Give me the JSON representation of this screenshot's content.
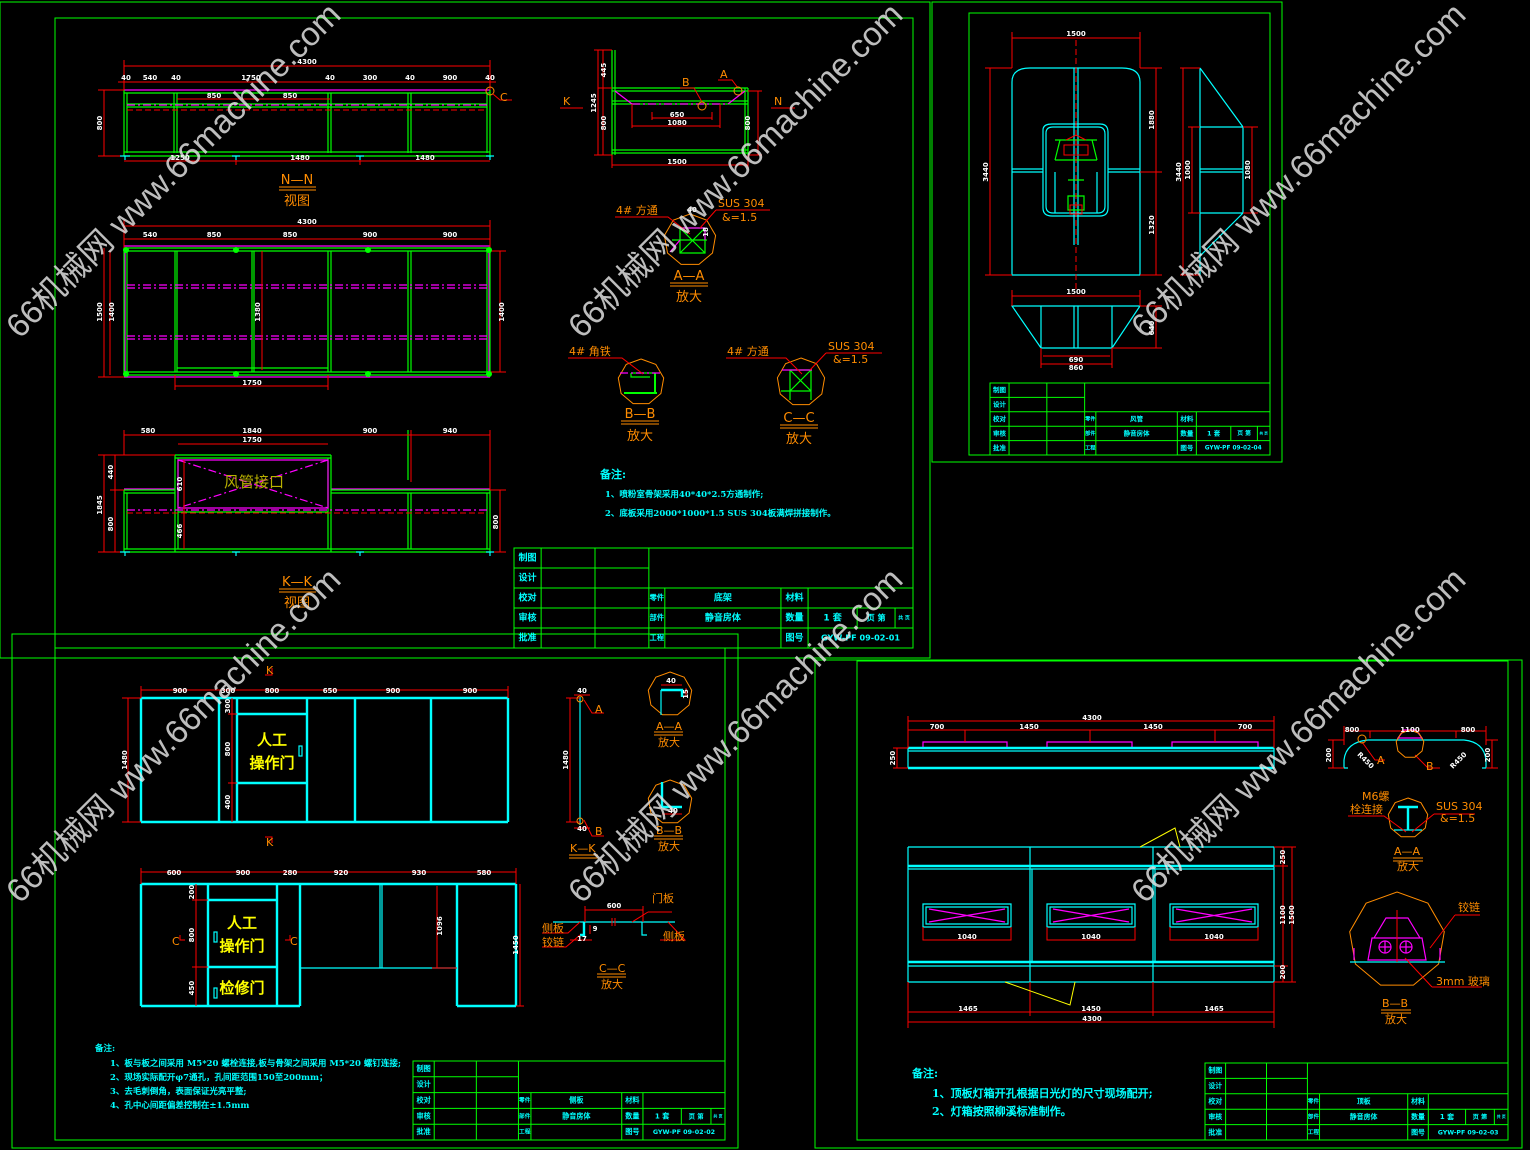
{
  "watermark": "66机械网 www.66machine.com",
  "sheet1": {
    "nn_view": {
      "dims": [
        "4300",
        "40",
        "540",
        "40",
        "1750",
        "40",
        "300",
        "40",
        "900",
        "40",
        "850",
        "850",
        "800",
        "1250",
        "1480",
        "1480"
      ],
      "marker": "C",
      "label_top": "N—N",
      "label_bottom": "视图"
    },
    "plan_view": {
      "dims": [
        "4300",
        "540",
        "850",
        "850",
        "900",
        "900",
        "1500",
        "1400",
        "1380",
        "1400",
        "1750"
      ]
    },
    "kk_view": {
      "dims": [
        "580",
        "1840",
        "900",
        "940",
        "1750",
        "1845",
        "440",
        "800",
        "610",
        "466",
        "800"
      ],
      "duct_label": "风管接口",
      "label_top": "K—K",
      "label_bottom": "视图"
    },
    "side_view": {
      "dims": [
        "445",
        "1245",
        "800",
        "650",
        "1080",
        "1500",
        "800"
      ],
      "markers": {
        "k": "K",
        "n": "N",
        "a": "A",
        "b": "B"
      }
    },
    "detail_aa": {
      "leader": "4# 方通",
      "material": "SUS 304",
      "thickness": "&=1.5",
      "dims": [
        "40",
        "18"
      ],
      "label_top": "A—A",
      "label_bottom": "放大"
    },
    "detail_bb": {
      "leader": "4# 角铁",
      "label_top": "B—B",
      "label_bottom": "放大"
    },
    "detail_cc": {
      "leader": "4# 方通",
      "material": "SUS 304",
      "thickness": "&=1.5",
      "label_top": "C—C",
      "label_bottom": "放大"
    },
    "notes": {
      "title": "备注:",
      "items": [
        "1、喷粉室骨架采用40*40*2.5方通制作;",
        "2、底板采用2000*1000*1.5 SUS 304板满焊拼接制作。"
      ]
    },
    "title_block": {
      "roles": [
        "制图",
        "设计",
        "校对",
        "审核",
        "批准"
      ],
      "vlabels": [
        "零件",
        "部件",
        "工程"
      ],
      "part": "底架",
      "assembly": "静音房体",
      "material_label": "材料",
      "qty_label": "数量",
      "drawing_no_label": "图号",
      "qty": "1 套",
      "page": "页 第",
      "total": "共 页",
      "drawing_no": "GYW-PF 09-02-01"
    }
  },
  "sheet2": {
    "front_view": {
      "dims": [
        "1500",
        "3440",
        "1880",
        "1320"
      ]
    },
    "bottom_view": {
      "dims": [
        "1500",
        "690",
        "860",
        "640"
      ]
    },
    "side_view": {
      "dims": [
        "3440",
        "1000",
        "1080"
      ]
    },
    "title_block": {
      "roles": [
        "制图",
        "设计",
        "校对",
        "审核",
        "批准"
      ],
      "vlabels": [
        "零件",
        "部件",
        "工程"
      ],
      "part": "风管",
      "assembly": "静音房体",
      "material_label": "材料",
      "qty_label": "数量",
      "drawing_no_label": "图号",
      "qty": "1 套",
      "page": "页 第",
      "total": "共 页",
      "drawing_no": "GYW-PF 09-02-04"
    }
  },
  "sheet3": {
    "top_view": {
      "dims": [
        "900",
        "300",
        "800",
        "650",
        "900",
        "900",
        "1480",
        "300",
        "800",
        "400"
      ],
      "door_line1": "人工",
      "door_line2": "操作门",
      "section_mark": "K"
    },
    "bottom_view": {
      "dims": [
        "600",
        "900",
        "280",
        "920",
        "930",
        "580",
        "1096",
        "1450",
        "200",
        "800",
        "450"
      ],
      "door_line1": "人工",
      "door_line2": "操作门",
      "service_door": "检修门",
      "section_mark": "C"
    },
    "kk_section": {
      "dims": [
        "40",
        "1480",
        "40"
      ],
      "a": "A",
      "b": "B",
      "label": "K—K"
    },
    "detail_aa": {
      "dims": [
        "40",
        "15"
      ],
      "label_top": "A—A",
      "label_bottom": "放大"
    },
    "detail_bb": {
      "dims": [
        "40"
      ],
      "label_top": "B—B",
      "label_bottom": "放大"
    },
    "detail_cc": {
      "dims": [
        "600",
        "9",
        "17"
      ],
      "door_panel": "门板",
      "side_panel_left": "侧板",
      "hinge": "铰链",
      "side_panel_right": "侧板",
      "label_top": "C—C",
      "label_bottom": "放大"
    },
    "notes": {
      "title": "备注:",
      "items": [
        "1、板与板之间采用 M5*20 螺栓连接,板与骨架之间采用 M5*20 螺钉连接;",
        "2、现场实际配开φ7通孔，孔间距范围150至200mm；",
        "3、去毛刺倒角，表面保证光亮平整;",
        "4、孔中心间距偏差控制在±1.5mm"
      ]
    },
    "title_block": {
      "roles": [
        "制图",
        "设计",
        "校对",
        "审核",
        "批准"
      ],
      "vlabels": [
        "零件",
        "部件",
        "工程"
      ],
      "part": "侧板",
      "assembly": "静音房体",
      "material_label": "材料",
      "qty_label": "数量",
      "drawing_no_label": "图号",
      "qty": "1 套",
      "page": "页 第",
      "total": "共 页",
      "drawing_no": "GYW-PF 09-02-02"
    }
  },
  "sheet4": {
    "top_view": {
      "dims": [
        "4300",
        "700",
        "1450",
        "1450",
        "700",
        "250"
      ]
    },
    "profile": {
      "dims": [
        "800",
        "1100",
        "800",
        "200",
        "200",
        "R450",
        "R450"
      ],
      "a": "A",
      "b": "B"
    },
    "detail_aa": {
      "leader1": "M6螺",
      "leader2": "栓连接",
      "material": "SUS 304",
      "thickness": "&=1.5",
      "label_top": "A—A",
      "label_bottom": "放大"
    },
    "detail_bb": {
      "hinge": "铰链",
      "glass": "3mm 玻璃",
      "label_top": "B—B",
      "label_bottom": "放大"
    },
    "front_view": {
      "dims": [
        "1040",
        "1040",
        "1040",
        "1465",
        "1450",
        "1465",
        "4300",
        "250",
        "1100",
        "1500",
        "200"
      ]
    },
    "notes": {
      "title": "备注:",
      "items": [
        "1、顶板灯箱开孔根据日光灯的尺寸现场配开;",
        "2、灯箱按照柳溪标准制作。"
      ]
    },
    "title_block": {
      "roles": [
        "制图",
        "设计",
        "校对",
        "审核",
        "批准"
      ],
      "vlabels": [
        "零件",
        "部件",
        "工程"
      ],
      "part": "顶板",
      "assembly": "静音房体",
      "material_label": "材料",
      "qty_label": "数量",
      "drawing_no_label": "图号",
      "qty": "1 套",
      "page": "页 第",
      "total": "共 页",
      "drawing_no": "GYW-PF 09-02-03"
    }
  }
}
